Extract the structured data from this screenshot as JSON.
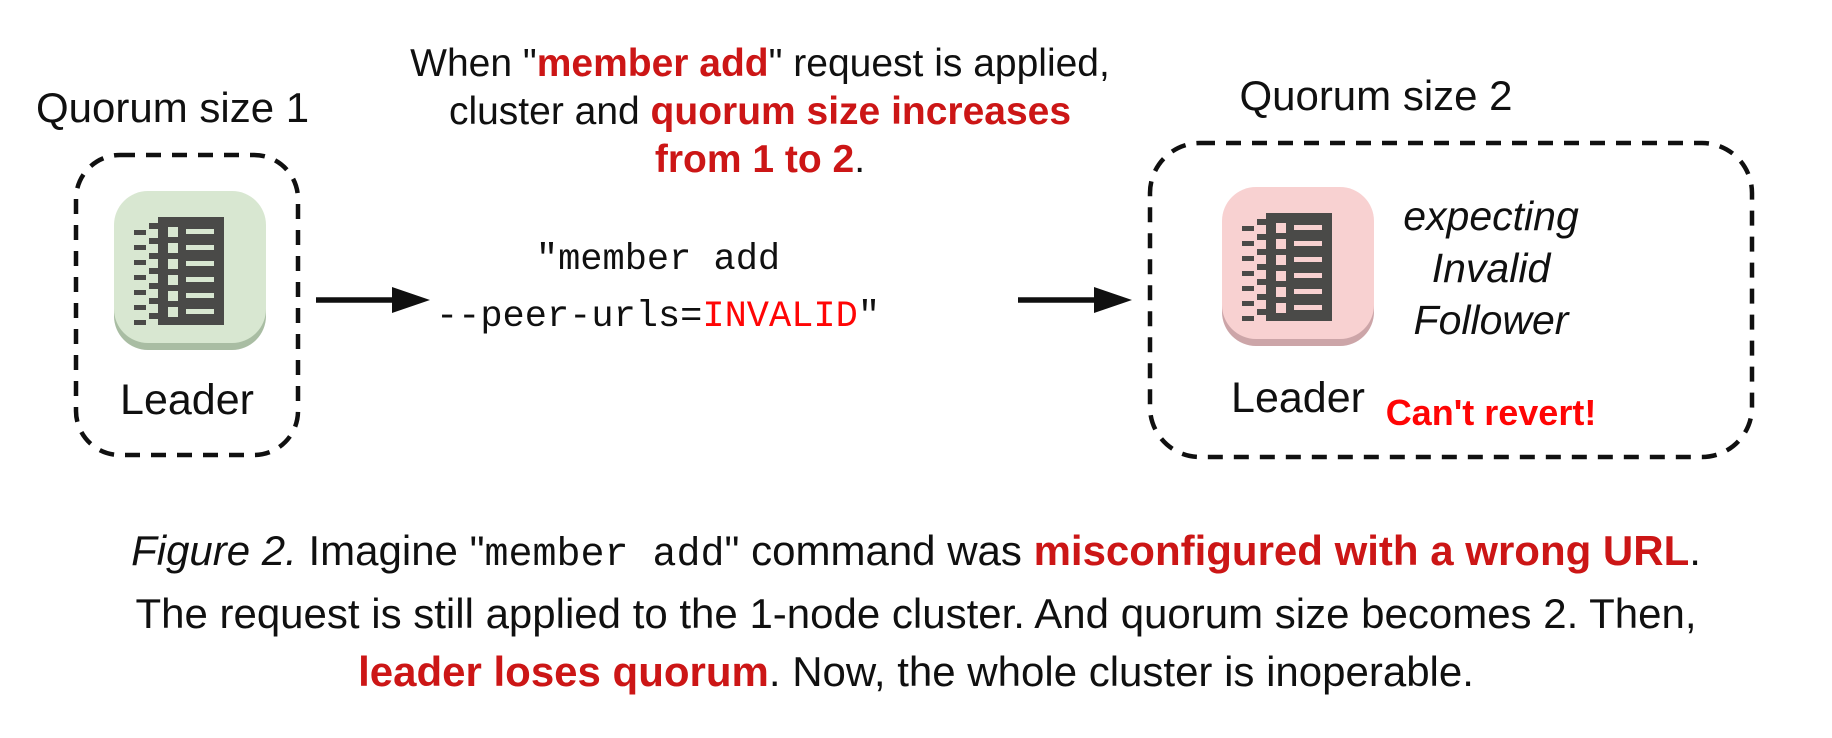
{
  "colors": {
    "red_dark": "#cc1616",
    "red_bright": "#ff0505",
    "green_node": "#d8e7d1",
    "green_node_shadow": "#a9bda3",
    "pink_node": "#f8d1d1",
    "pink_node_shadow": "#cca5a8",
    "icon_body": "#4a4a48",
    "ink": "#101010"
  },
  "left_cluster": {
    "title": "Quorum size 1",
    "node_label": "Leader",
    "node_icon": "server-log-icon"
  },
  "right_cluster": {
    "title": "Quorum size 2",
    "node_label": "Leader",
    "node_icon": "server-log-icon",
    "expectation": [
      "expecting",
      "Invalid",
      "Follower"
    ],
    "warning": "Can't revert!"
  },
  "top_note": {
    "line1": {
      "pre": "When \"",
      "highlight": "member add",
      "post": "\" request is applied,"
    },
    "line2": {
      "pre": "cluster and ",
      "highlight": "quorum size increases"
    },
    "line3": {
      "highlight": "from 1 to 2",
      "post": "."
    }
  },
  "command": {
    "line1": "\"member add",
    "line2": {
      "pre": "--peer-urls=",
      "invalid": "INVALID",
      "post": "\""
    }
  },
  "caption": {
    "line1": {
      "figure_label": "Figure 2.",
      "pre": " Imagine \"",
      "command": "member add",
      "mid": "\" command was ",
      "highlight": "misconfigured with a wrong URL",
      "post": "."
    },
    "line2": "The request is still applied to the 1-node cluster. And quorum size becomes 2. Then,",
    "line3": {
      "highlight": "leader loses quorum",
      "post": ". Now, the whole cluster is inoperable."
    }
  }
}
